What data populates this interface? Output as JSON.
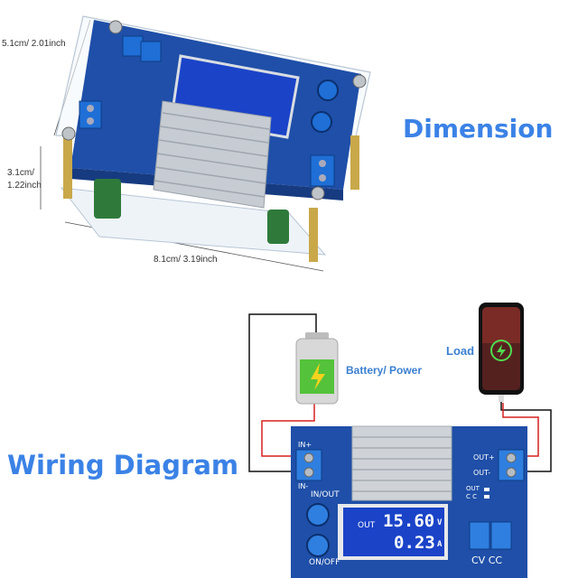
{
  "dimensions": {
    "depth": "5.1cm/ 2.01inch",
    "height_line1": "3.1cm/",
    "height_line2": "1.22inch",
    "width": "8.1cm/ 3.19inch"
  },
  "titles": {
    "dimension": "Dimension",
    "wiring": "Wiring Diagram"
  },
  "labels": {
    "battery": "Battery/ Power",
    "load": "Load"
  },
  "board": {
    "in_plus": "IN+",
    "in_minus": "IN-",
    "in_out": "IN/OUT",
    "on_off": "ON/OFF",
    "out_plus": "OUT+",
    "out_minus": "OUT-",
    "out_cc": "OUT\nC C",
    "cv_cc": "CV CC",
    "lcd_out": "OUT",
    "lcd_voltage": "15.60",
    "lcd_voltage_unit": "V",
    "lcd_current": "0.23",
    "lcd_current_unit": "A"
  },
  "colors": {
    "title_blue": "#3b82e6",
    "pcb_blue": "#1f4fa8",
    "wire_red": "#d62020",
    "wire_black": "#111111",
    "lcd_bg": "#1a43c8"
  }
}
